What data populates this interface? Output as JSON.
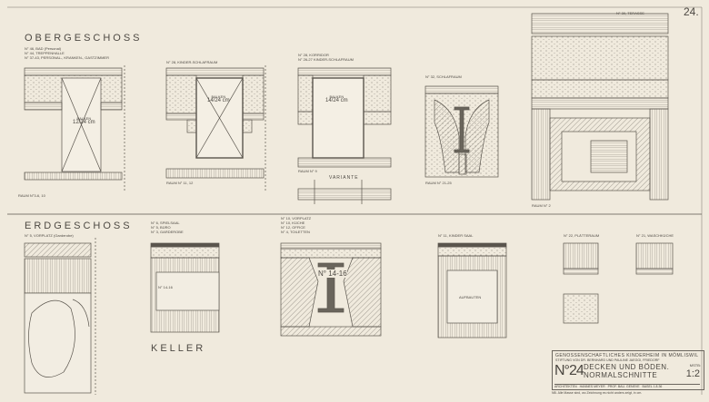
{
  "sheet": {
    "page_number": "24.",
    "sections": {
      "upper": "OBERGESCHOSS",
      "ground": "ERDGESCHOSS",
      "basement": "KELLER"
    },
    "upper_details": [
      {
        "rooms": [
          "N° 46, BAD (Personal)",
          "N° 44, TREPPENHALLE",
          "N° 37-43, PERSONAL-, KRANKEN-, GASTZIMMER"
        ],
        "beam": "BALKEN",
        "beam_size": "12/24 cm",
        "room_ref": "RAUM N°3-6, 10"
      },
      {
        "rooms": [
          "N° 28, KINDER-SCHLAFRAUM"
        ],
        "beam": "BALKEN",
        "beam_size": "14/24 cm",
        "room_ref": "RAUM N° 11, 12"
      },
      {
        "rooms": [
          "N° 28, KORRIDOR",
          "N° 26-27 KINDER-SCHLAFRAUM"
        ],
        "beam": "BALKEN",
        "beam_size": "14/24 cm",
        "room_ref": "RAUM N° 9",
        "variant": "VARIANTE"
      },
      {
        "rooms": [
          "N° 32, SCHLAFRAUM"
        ],
        "room_ref": "RAUM N° 21-25"
      },
      {
        "rooms": [
          "N° 30, TERASSE"
        ],
        "room_ref": "RAUM N° 2"
      }
    ],
    "ground_details": [
      {
        "rooms": [
          "N° 5, VORPLATZ (Garderobe)"
        ]
      },
      {
        "rooms": [
          "N° 6, SPIELSAAL",
          "N° 5, BÜRO",
          "N° 3, GARDEROBE"
        ],
        "label": "N° 14-16"
      },
      {
        "rooms": [
          "N° 10, VORPLATZ",
          "N° 10, KÜCHE",
          "N° 12, OFFICE",
          "N° 4, TOILETTEN"
        ],
        "label": "N° 14-16"
      },
      {
        "rooms": [
          "N° 11, KINDER SAAL"
        ],
        "label": "AUFBAUTEN"
      },
      {
        "rooms": [
          "N° 22, PLÄTTERAUM"
        ]
      },
      {
        "rooms": [
          "N° 21, WASCHKÜCHE"
        ]
      }
    ]
  },
  "title_block": {
    "client": "GENOSSENSCHAFTLICHES KINDERHEIM IN MÖMLISWIL",
    "foundation": "STIFTUNG VON DR. BERNHARD UND PAULINE JAEGGI, FRIEDORF",
    "number": "N°24",
    "title_line1": "DECKEN UND BÖDEN.",
    "title_line2": "NORMALSCHNITTE",
    "scale_label": "MSTB:",
    "scale": "1:2",
    "architects_label": "ARCHITEKTEN",
    "architect1": "HANNES MEYER",
    "architect2": "PROF. BAU. GENEVE",
    "date": "BASEL 1.8.36",
    "footnote": "NB. Alle Masse sind, wo Zeichnung es nicht anders zeigt, in cm."
  }
}
